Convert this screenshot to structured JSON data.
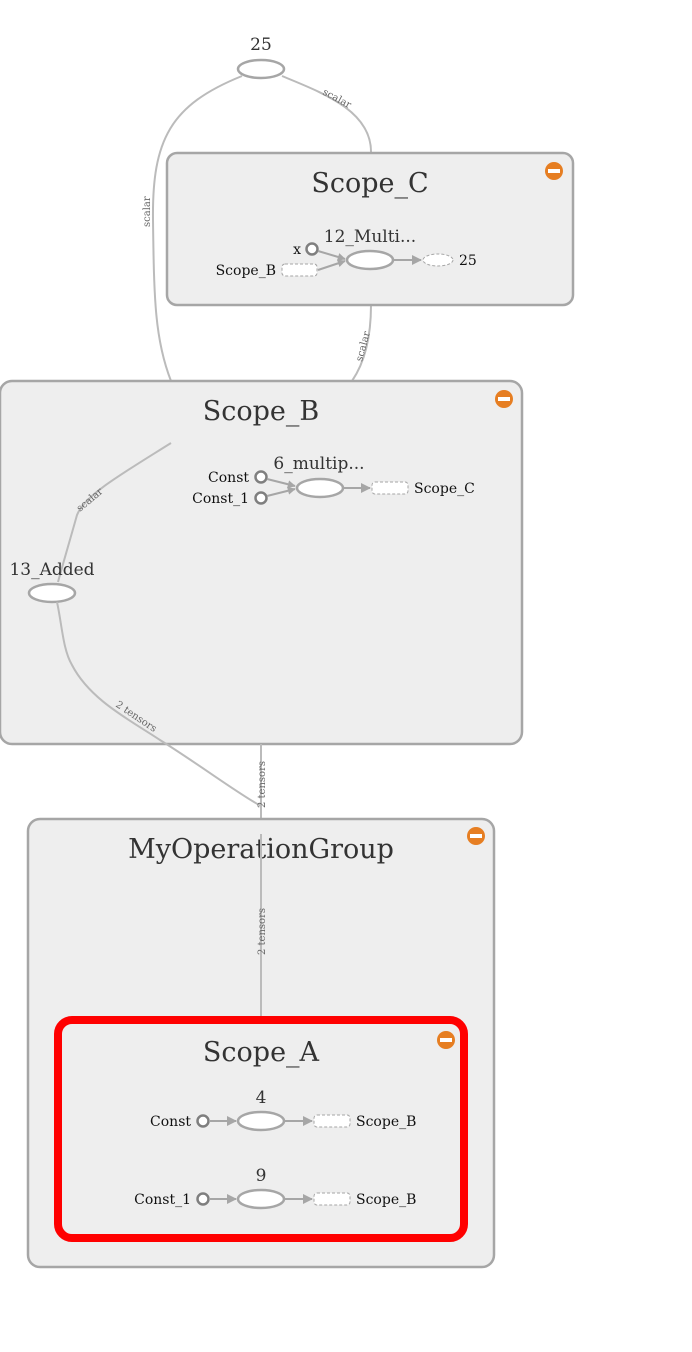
{
  "colors": {
    "highlight": "#ff0000",
    "collapse_button": "#e67e22",
    "scope_fill": "#eeeeee",
    "scope_border": "#a6a6a6"
  },
  "top_node": {
    "label": "25"
  },
  "edges": {
    "top_to_scope_b": "scalar",
    "top_to_scope_c": "scalar",
    "scope_c_to_scope_b": "scalar",
    "inner_scalar": "scalar",
    "added_to_group": "2 tensors",
    "scope_b_to_group": "2 tensors",
    "group_inner": "2 tensors"
  },
  "scope_c": {
    "title": "Scope_C",
    "op": "12_Multi...",
    "inputs": [
      "x",
      "Scope_B"
    ],
    "output": "25",
    "collapse_icon": "minus-circle-icon"
  },
  "scope_b": {
    "title": "Scope_B",
    "op": "6_multip...",
    "inputs": [
      "Const",
      "Const_1"
    ],
    "output": "Scope_C",
    "added_node": "13_Added",
    "collapse_icon": "minus-circle-icon"
  },
  "group": {
    "title": "MyOperationGroup",
    "collapse_icon": "minus-circle-icon"
  },
  "scope_a": {
    "title": "Scope_A",
    "highlighted": true,
    "rows": [
      {
        "op": "4",
        "input": "Const",
        "output": "Scope_B"
      },
      {
        "op": "9",
        "input": "Const_1",
        "output": "Scope_B"
      }
    ],
    "collapse_icon": "minus-circle-icon"
  }
}
